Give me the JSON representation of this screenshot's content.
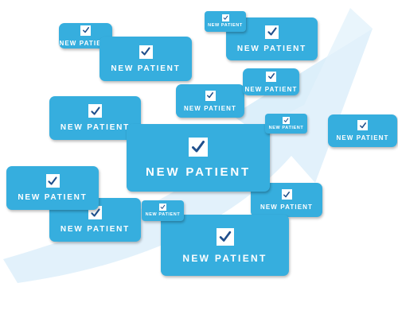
{
  "colors": {
    "card": "#36aede",
    "check_mark": "#1f4f8c",
    "arrow": "#e2f1fb"
  },
  "icons": {
    "background": "swoosh-arrow-icon",
    "card_icon": "checkmark-box-icon"
  },
  "cards": [
    {
      "label": "NEW PATIENT"
    },
    {
      "label": "NEW PATIENT"
    },
    {
      "label": "NEW PATIENT"
    },
    {
      "label": "NEW PATIENT"
    },
    {
      "label": "NEW PATIENT"
    },
    {
      "label": "NEW PATIENT"
    },
    {
      "label": "NEW PATIENT"
    },
    {
      "label": "NEW PATIENT"
    },
    {
      "label": "NEW PATIENT"
    },
    {
      "label": "NEW PATIENT"
    },
    {
      "label": "NEW PATIENT"
    },
    {
      "label": "NEW PATIENT"
    },
    {
      "label": "NEW PATIENT"
    },
    {
      "label": "NEW PATIENT"
    },
    {
      "label": "NEW PATIENT"
    }
  ]
}
